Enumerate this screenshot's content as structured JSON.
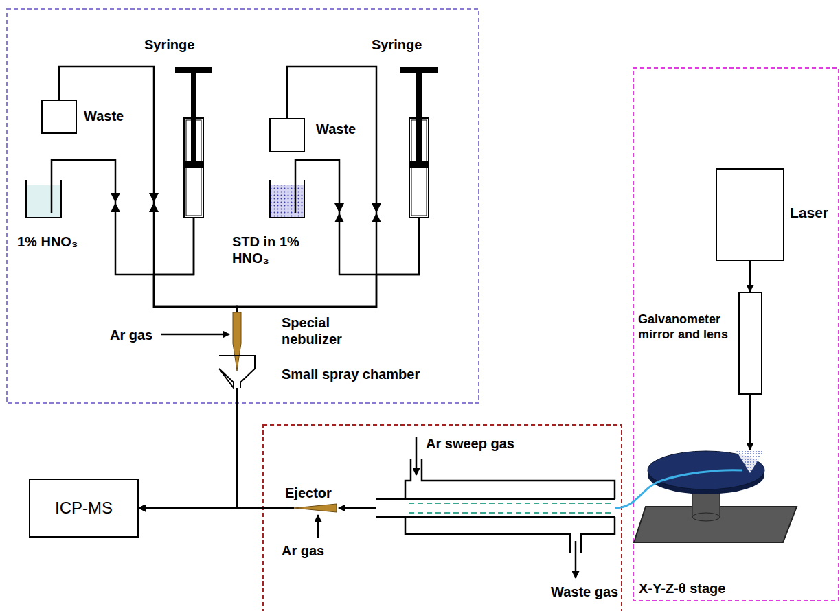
{
  "diagram": {
    "nodes": [
      {
        "text": [
          "Syringe"
        ]
      },
      {
        "text": [
          "Syringe"
        ]
      },
      {
        "text": [
          "Waste"
        ]
      },
      {
        "text": [
          "Waste"
        ]
      },
      {
        "text": [
          "1% HNO₃"
        ]
      },
      {
        "text": [
          "STD in 1% HNO₃"
        ]
      },
      {
        "text": [
          "Special nebulizer"
        ]
      },
      {
        "text": [
          "Small spray chamber"
        ]
      },
      {
        "text": [
          "ICP-MS"
        ]
      },
      {
        "text": [
          "Ejector"
        ]
      },
      {
        "text": [
          "Laser"
        ]
      },
      {
        "text": [
          "Galvanometer mirror and lens"
        ]
      },
      {
        "text": [
          "X-Y-Z-θ stage"
        ]
      }
    ],
    "edges": [
      {
        "from": 4,
        "to": 0,
        "arrow": "none"
      },
      {
        "from": 2,
        "to": 6,
        "arrow": "none"
      },
      {
        "from": 0,
        "to": 6,
        "arrow": "none"
      },
      {
        "from": 5,
        "to": 1,
        "arrow": "none"
      },
      {
        "from": 3,
        "to": 6,
        "arrow": "none"
      },
      {
        "from": 1,
        "to": 6,
        "arrow": "none"
      },
      {
        "from": 7,
        "to": 8,
        "arrow": "to"
      },
      {
        "from": 9,
        "to": 8,
        "arrow": "to"
      },
      {
        "from": 10,
        "to": 11,
        "arrow": "to"
      },
      {
        "from": 11,
        "to": 12,
        "arrow": "to"
      }
    ],
    "labels": [
      "Ar gas",
      "Ar sweep gas",
      "Ar gas",
      "Waste gas"
    ]
  }
}
